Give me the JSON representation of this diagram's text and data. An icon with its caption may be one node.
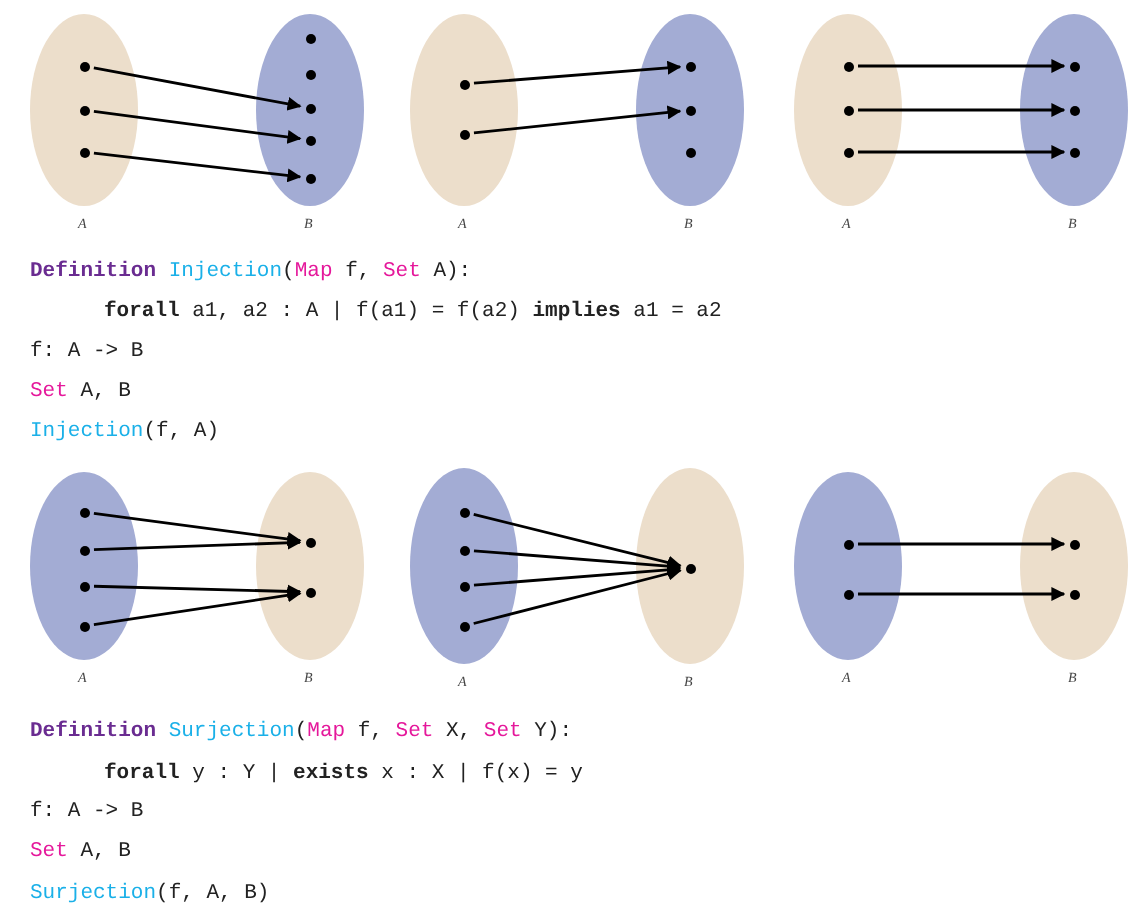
{
  "diagram": {
    "nodes": [
      {
        "text": [
          "A"
        ]
      },
      {
        "text": [],
        "shape": "circle",
        "in": 0
      },
      {
        "text": [],
        "shape": "circle",
        "in": 0
      },
      {
        "text": [],
        "shape": "circle",
        "in": 0
      },
      {
        "text": [
          "B"
        ]
      },
      {
        "text": [],
        "shape": "circle",
        "in": 4
      },
      {
        "text": [],
        "shape": "circle",
        "in": 4
      },
      {
        "text": [],
        "shape": "circle",
        "in": 4
      },
      {
        "text": [],
        "shape": "circle",
        "in": 4
      },
      {
        "text": [],
        "shape": "circle",
        "in": 4
      },
      {
        "text": [
          "A"
        ]
      },
      {
        "text": [],
        "shape": "circle",
        "in": 10
      },
      {
        "text": [],
        "shape": "circle",
        "in": 10
      },
      {
        "text": [
          "B"
        ]
      },
      {
        "text": [],
        "shape": "circle",
        "in": 13
      },
      {
        "text": [],
        "shape": "circle",
        "in": 13
      },
      {
        "text": [],
        "shape": "circle",
        "in": 13
      },
      {
        "text": [
          "A"
        ]
      },
      {
        "text": [],
        "shape": "circle",
        "in": 17
      },
      {
        "text": [],
        "shape": "circle",
        "in": 17
      },
      {
        "text": [],
        "shape": "circle",
        "in": 17
      },
      {
        "text": [
          "B"
        ]
      },
      {
        "text": [],
        "shape": "circle",
        "in": 21
      },
      {
        "text": [],
        "shape": "circle",
        "in": 21
      },
      {
        "text": [],
        "shape": "circle",
        "in": 21
      },
      {
        "text": [
          "A"
        ]
      },
      {
        "text": [],
        "shape": "circle",
        "in": 25
      },
      {
        "text": [],
        "shape": "circle",
        "in": 25
      },
      {
        "text": [],
        "shape": "circle",
        "in": 25
      },
      {
        "text": [],
        "shape": "circle",
        "in": 25
      },
      {
        "text": [
          "B"
        ]
      },
      {
        "text": [],
        "shape": "circle",
        "in": 30
      },
      {
        "text": [],
        "shape": "circle",
        "in": 30
      },
      {
        "text": [
          "A"
        ]
      },
      {
        "text": [],
        "shape": "circle",
        "in": 33
      },
      {
        "text": [],
        "shape": "circle",
        "in": 33
      },
      {
        "text": [],
        "shape": "circle",
        "in": 33
      },
      {
        "text": [],
        "shape": "circle",
        "in": 33
      },
      {
        "text": [
          "B"
        ]
      },
      {
        "text": [],
        "shape": "circle",
        "in": 38
      },
      {
        "text": [
          "A"
        ]
      },
      {
        "text": [],
        "shape": "circle",
        "in": 40
      },
      {
        "text": [],
        "shape": "circle",
        "in": 40
      },
      {
        "text": [
          "B"
        ]
      },
      {
        "text": [],
        "shape": "circle",
        "in": 43
      },
      {
        "text": [],
        "shape": "circle",
        "in": 43
      }
    ],
    "edges": [
      {
        "from": 1,
        "to": 7,
        "arrow": "to"
      },
      {
        "from": 2,
        "to": 8,
        "arrow": "to"
      },
      {
        "from": 3,
        "to": 9,
        "arrow": "to"
      },
      {
        "from": 11,
        "to": 14,
        "arrow": "to"
      },
      {
        "from": 12,
        "to": 15,
        "arrow": "to"
      },
      {
        "from": 18,
        "to": 22,
        "arrow": "to"
      },
      {
        "from": 19,
        "to": 23,
        "arrow": "to"
      },
      {
        "from": 20,
        "to": 24,
        "arrow": "to"
      },
      {
        "from": 26,
        "to": 31,
        "arrow": "to"
      },
      {
        "from": 27,
        "to": 31,
        "arrow": "to"
      },
      {
        "from": 28,
        "to": 32,
        "arrow": "to"
      },
      {
        "from": 29,
        "to": 32,
        "arrow": "to"
      },
      {
        "from": 34,
        "to": 39,
        "arrow": "to"
      },
      {
        "from": 35,
        "to": 39,
        "arrow": "to"
      },
      {
        "from": 36,
        "to": 39,
        "arrow": "to"
      },
      {
        "from": 37,
        "to": 39,
        "arrow": "to"
      },
      {
        "from": 41,
        "to": 44,
        "arrow": "to"
      },
      {
        "from": 42,
        "to": 45,
        "arrow": "to"
      }
    ],
    "labels": [
      "**Definition** Injection(Map f, Set A):",
      "**forall** a1, a2 : A | f(a1) = f(a2) **implies** a1 = a2",
      "f: A -> B",
      "Set A, B",
      "Injection(f, A)",
      "**Definition** Surjection(Map f, Set X, Set Y):",
      "**forall** y : Y | **exists** x : X | f(x) = y",
      "f: A -> B",
      "Set A, B",
      "Surjection(f, A, B)"
    ]
  }
}
